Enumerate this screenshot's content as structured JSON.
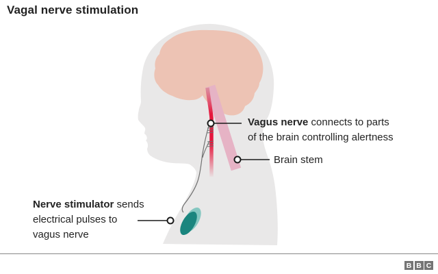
{
  "title": "Vagal nerve stimulation",
  "colors": {
    "background": "#ffffff",
    "silhouette": "#e9e8e8",
    "brain": "#edc3b4",
    "brain_stem": "#e6b3c5",
    "nerve_red": "#e5173d",
    "nerve_top": "#d98fa0",
    "wire": "#707070",
    "stimulator_dark": "#1a857e",
    "stimulator_light": "#85c7c1",
    "connector": "#1a1a1a",
    "text": "#232323",
    "footer_line": "#888888",
    "bbc_gray": "#757575"
  },
  "annotations": {
    "vagus": {
      "line1_bold": "Vagus nerve",
      "line1_rest": " connects to parts",
      "line2": "of the brain controlling alertness"
    },
    "brain_stem": {
      "label": "Brain stem"
    },
    "stimulator": {
      "line1_bold": "Nerve stimulator",
      "line1_rest": " sends",
      "line2": "electrical pulses to",
      "line3": "vagus nerve"
    }
  },
  "footer": {
    "logo_letters": [
      "B",
      "B",
      "C"
    ]
  }
}
